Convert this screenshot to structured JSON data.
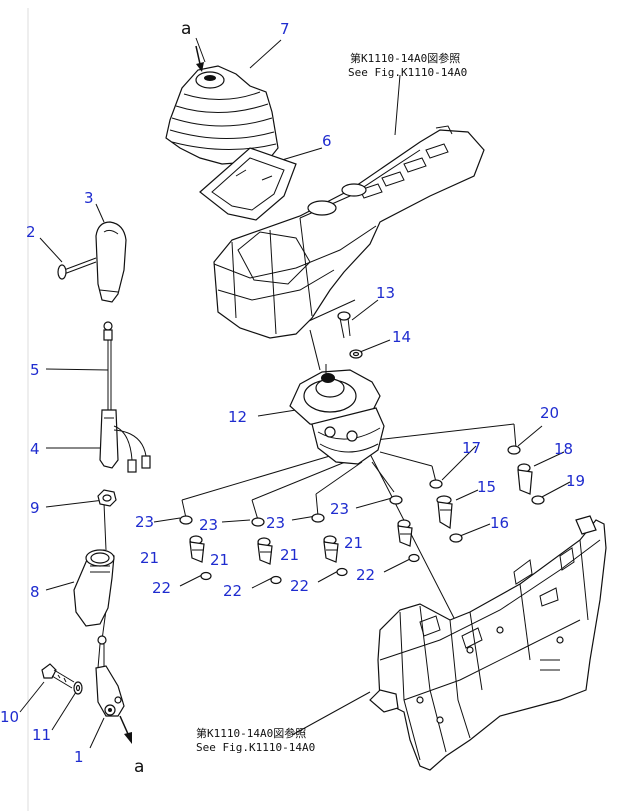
{
  "diagram": {
    "part_numbers": [
      "1",
      "2",
      "3",
      "4",
      "5",
      "6",
      "7",
      "8",
      "9",
      "10",
      "11",
      "12",
      "13",
      "14",
      "15",
      "16",
      "17",
      "18",
      "19",
      "20",
      "21",
      "22",
      "23"
    ],
    "references": {
      "top_jp": "第K1110-14A0図参照",
      "top_en": "See Fig.K1110-14A0",
      "bottom_jp": "第K1110-14A0図参照",
      "bottom_en": "See Fig.K1110-14A0"
    },
    "connection_marker": "a"
  }
}
